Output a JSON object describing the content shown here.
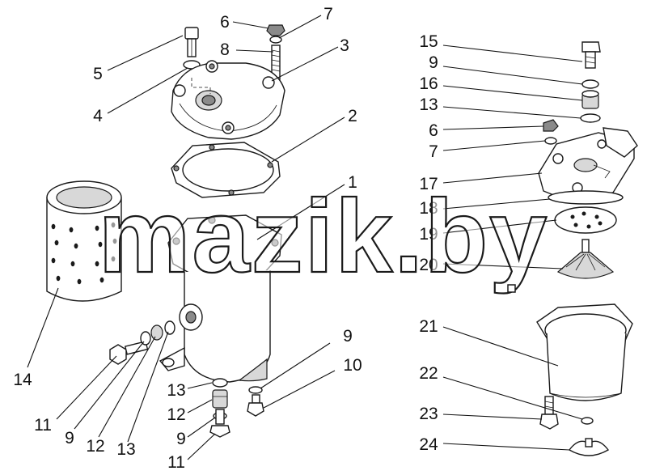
{
  "watermark": "mazik.by",
  "part_labels": [
    {
      "id": "5",
      "text": "5"
    },
    {
      "id": "6a",
      "text": "6"
    },
    {
      "id": "7a",
      "text": "7"
    },
    {
      "id": "8",
      "text": "8"
    },
    {
      "id": "3",
      "text": "3"
    },
    {
      "id": "4",
      "text": "4"
    },
    {
      "id": "2",
      "text": "2"
    },
    {
      "id": "1",
      "text": "1"
    },
    {
      "id": "14",
      "text": "14"
    },
    {
      "id": "11a",
      "text": "11"
    },
    {
      "id": "9a",
      "text": "9"
    },
    {
      "id": "12a",
      "text": "12"
    },
    {
      "id": "13a",
      "text": "13"
    },
    {
      "id": "13b",
      "text": "13"
    },
    {
      "id": "12b",
      "text": "12"
    },
    {
      "id": "9b",
      "text": "9"
    },
    {
      "id": "11b",
      "text": "11"
    },
    {
      "id": "9c",
      "text": "9"
    },
    {
      "id": "10",
      "text": "10"
    },
    {
      "id": "15",
      "text": "15"
    },
    {
      "id": "9d",
      "text": "9"
    },
    {
      "id": "16",
      "text": "16"
    },
    {
      "id": "13c",
      "text": "13"
    },
    {
      "id": "6b",
      "text": "6"
    },
    {
      "id": "7b",
      "text": "7"
    },
    {
      "id": "17",
      "text": "17"
    },
    {
      "id": "18",
      "text": "18"
    },
    {
      "id": "19",
      "text": "19"
    },
    {
      "id": "20",
      "text": "20"
    },
    {
      "id": "21",
      "text": "21"
    },
    {
      "id": "22",
      "text": "22"
    },
    {
      "id": "23",
      "text": "23"
    },
    {
      "id": "24",
      "text": "24"
    }
  ]
}
